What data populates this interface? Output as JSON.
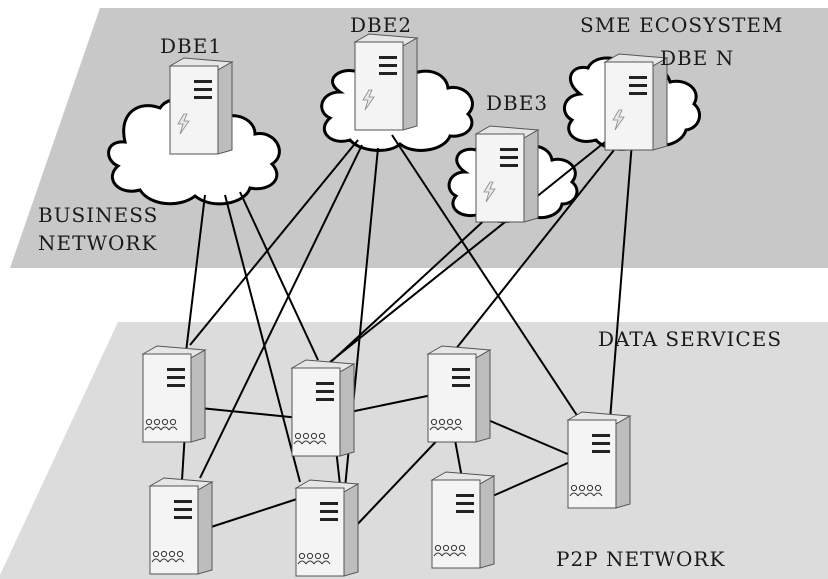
{
  "labels": {
    "dbe1": "DBE1",
    "dbe2": "DBE2",
    "dbe3": "DBE3",
    "dben": "DBE N",
    "sme_ecosystem": "SME ECOSYSTEM",
    "business": "BUSINESS",
    "network": "NETWORK",
    "data_services": "DATA SERVICES",
    "p2p_network": "P2P NETWORK"
  },
  "colors": {
    "upper_plane": "#c8c8c8",
    "lower_plane": "#dcdcdc",
    "server_face": "#f2f2f2",
    "server_side": "#bdbdbd",
    "line": "#000000"
  }
}
